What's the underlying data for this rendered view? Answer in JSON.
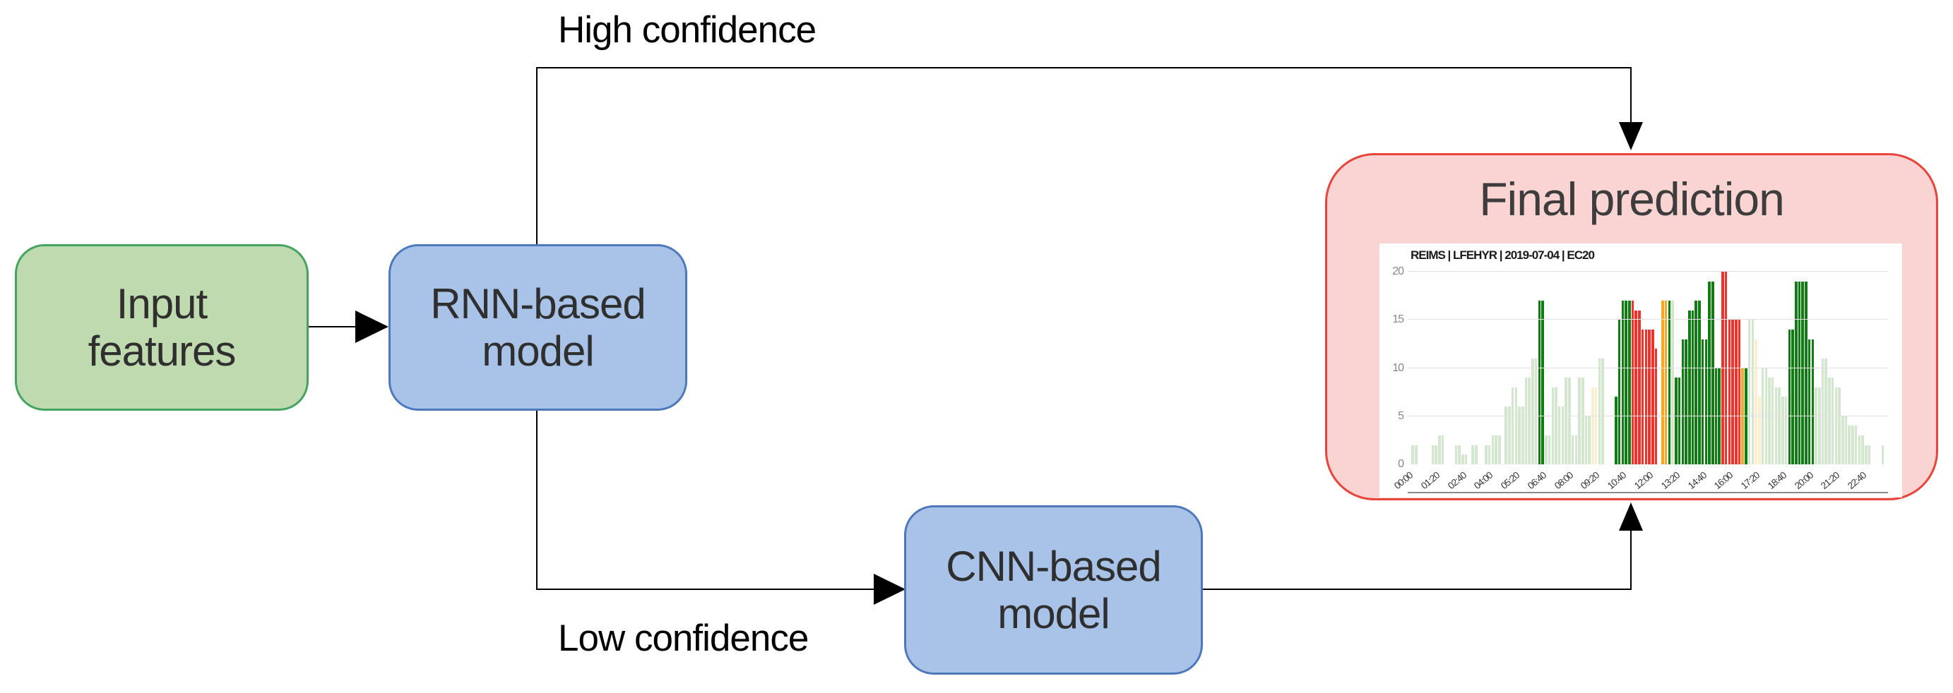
{
  "diagram": {
    "nodes": {
      "input": {
        "line1": "Input",
        "line2": "features"
      },
      "rnn": {
        "line1": "RNN-based",
        "line2": "model"
      },
      "cnn": {
        "line1": "CNN-based",
        "line2": "model"
      },
      "final": {
        "title": "Final prediction"
      }
    },
    "edges": {
      "high": "High confidence",
      "low": "Low confidence"
    },
    "colors": {
      "input_fill": "#bfdaae",
      "input_border": "#44a35f",
      "model_fill": "#a9c3e8",
      "model_border": "#4d79bc",
      "final_fill": "#fad4d2",
      "final_border": "#e8443c",
      "connector": "#000000"
    }
  },
  "chart_data": {
    "type": "bar",
    "title": "REIMS | LFEHYR | 2019-07-04 | EC20",
    "xlabel": "",
    "ylabel": "",
    "ylim": [
      0,
      20
    ],
    "y_ticks": [
      0,
      5,
      10,
      15,
      20
    ],
    "gridlines": "horizontal",
    "legend": "none",
    "bar_interval_minutes": 10,
    "x_tick_every_n_bars": 8,
    "x_tick_labels": [
      "00:00",
      "01:20",
      "02:40",
      "04:00",
      "05:20",
      "06:40",
      "08:00",
      "09:20",
      "10:40",
      "12:00",
      "13:20",
      "14:40",
      "16:00",
      "17:20",
      "18:40",
      "20:00",
      "21:20",
      "22:40"
    ],
    "palette": {
      "lg": "#d2e7cd",
      "dg": "#0f7d12",
      "r": "#f4302a",
      "o": "#f7a823",
      "lo": "#fcefd1"
    },
    "palette_legend": {
      "lg": "faint-green-low-confidence",
      "dg": "dark-green",
      "r": "red",
      "o": "orange",
      "lo": "faint-orange"
    },
    "values": [
      0,
      2,
      2,
      0,
      0,
      0,
      0,
      2,
      2,
      3,
      3,
      0,
      0,
      0,
      2,
      2,
      1,
      1,
      0,
      2,
      2,
      0,
      0,
      2,
      2,
      3,
      3,
      3,
      0,
      6,
      6,
      8,
      8,
      6,
      6,
      9,
      9,
      11,
      11,
      17,
      17,
      3,
      3,
      8,
      8,
      6,
      6,
      9,
      9,
      3,
      3,
      9,
      9,
      5,
      5,
      8,
      8,
      11,
      11,
      0,
      0,
      0,
      7,
      15,
      17,
      17,
      17,
      17,
      16,
      16,
      14,
      14,
      14,
      14,
      12,
      0,
      17,
      17,
      17,
      17,
      9,
      9,
      13,
      13,
      16,
      16,
      17,
      17,
      13,
      13,
      19,
      19,
      10,
      10,
      20,
      20,
      15,
      15,
      15,
      15,
      10,
      10,
      15,
      15,
      13,
      7,
      10,
      10,
      9,
      9,
      8,
      8,
      7,
      7,
      14,
      14,
      19,
      19,
      19,
      19,
      13,
      13,
      8,
      8,
      11,
      11,
      9,
      9,
      8,
      8,
      5,
      5,
      4,
      4,
      4,
      3,
      3,
      2,
      2,
      0,
      0,
      0,
      2,
      0
    ],
    "colors": [
      "",
      "lg",
      "lg",
      "",
      "",
      "",
      "",
      "lg",
      "lg",
      "lg",
      "lg",
      "",
      "",
      "",
      "lg",
      "lg",
      "lg",
      "lg",
      "",
      "lg",
      "lg",
      "",
      "",
      "lg",
      "lg",
      "lg",
      "lg",
      "lg",
      "",
      "lg",
      "lg",
      "lg",
      "lg",
      "lg",
      "lg",
      "lg",
      "lg",
      "lg",
      "lg",
      "dg",
      "dg",
      "lg",
      "lg",
      "lg",
      "lg",
      "lg",
      "lg",
      "lg",
      "lg",
      "lg",
      "lg",
      "lg",
      "lg",
      "lg",
      "lg",
      "lo",
      "lo",
      "lg",
      "lg",
      "",
      "",
      "",
      "dg",
      "dg",
      "dg",
      "dg",
      "dg",
      "r",
      "r",
      "r",
      "r",
      "r",
      "r",
      "r",
      "r",
      "",
      "o",
      "o",
      "dg",
      "lg",
      "dg",
      "dg",
      "dg",
      "dg",
      "dg",
      "dg",
      "dg",
      "dg",
      "dg",
      "dg",
      "dg",
      "dg",
      "dg",
      "dg",
      "r",
      "r",
      "r",
      "r",
      "r",
      "r",
      "o",
      "dg",
      "lg",
      "lg",
      "lo",
      "lo",
      "lg",
      "lg",
      "lg",
      "lg",
      "lg",
      "lg",
      "lg",
      "lg",
      "dg",
      "dg",
      "dg",
      "dg",
      "dg",
      "dg",
      "dg",
      "dg",
      "lg",
      "lg",
      "lg",
      "lg",
      "lg",
      "lg",
      "lg",
      "lg",
      "lg",
      "lg",
      "lg",
      "lg",
      "lg",
      "lg",
      "lg",
      "lg",
      "lg",
      "",
      "",
      "",
      "lg",
      ""
    ]
  }
}
